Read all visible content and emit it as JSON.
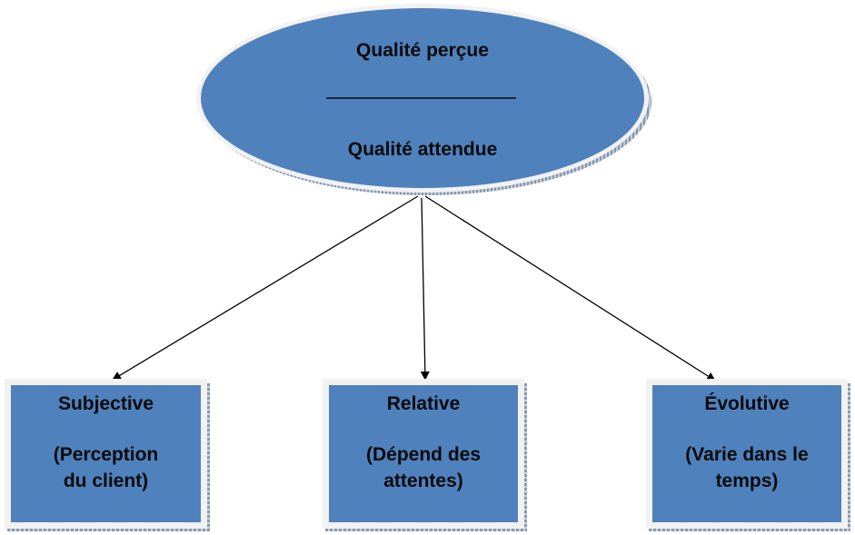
{
  "diagram": {
    "ellipse": {
      "numerator": "Qualité perçue",
      "denominator": "Qualité attendue"
    },
    "boxes": [
      {
        "title": "Subjective",
        "line1": "(Perception",
        "line2": "du client)"
      },
      {
        "title": "Relative",
        "line1": "(Dépend des",
        "line2": "attentes)"
      },
      {
        "title": "Évolutive",
        "line1": "(Varie dans le",
        "line2": "temps)"
      }
    ],
    "colors": {
      "fill": "#4f81bd",
      "border": "#f2f2f2",
      "shadow": "#8a9ab0",
      "arrow": "#000000",
      "text": "#0a0a0a"
    }
  }
}
